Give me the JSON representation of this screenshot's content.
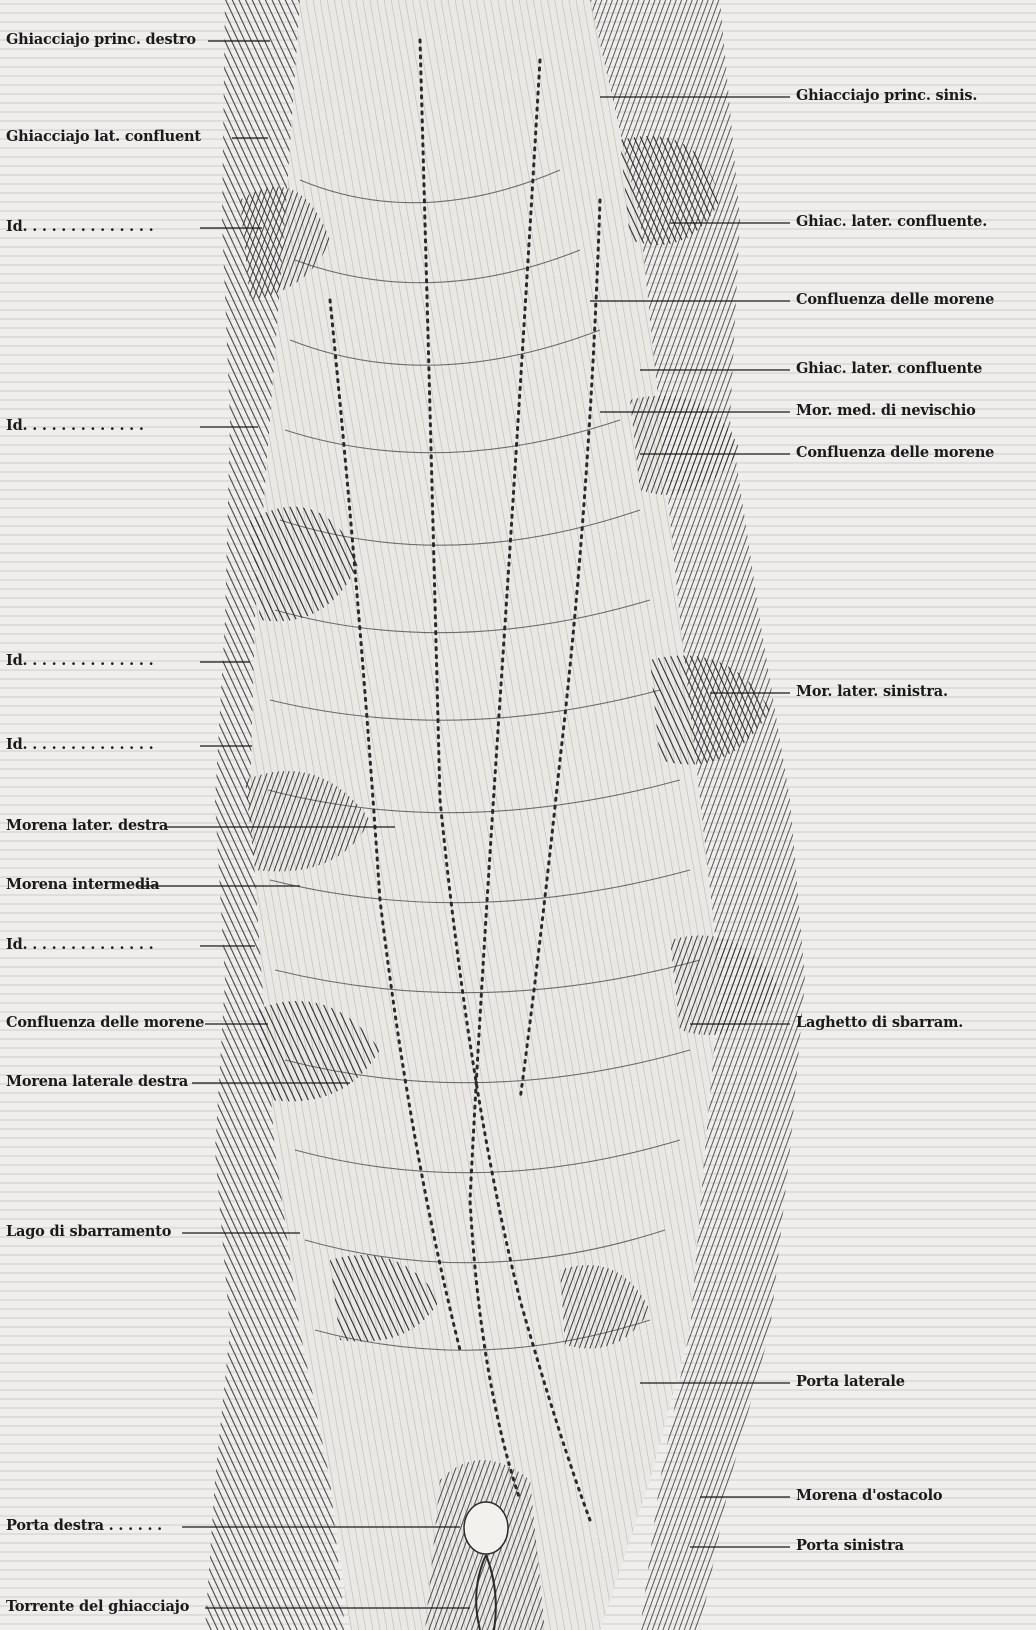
{
  "figure": {
    "left_labels": [
      "Ghiacciajo princ. destro",
      "Ghiacciajo lat. confluent",
      "Id. . . . . . . . . . . . . .",
      "Id. . . . . . . . . . . . .",
      "Id. . . . . . . . . . . . . .",
      "Id. . . . . . . . . . . . . .",
      "Morena later. destra",
      "Morena intermedia",
      "Id. . . . . . . . . . . . . .",
      "Confluenza delle morene",
      "Morena laterale destra",
      "Lago di sbarramento",
      "Porta destra . . . . . .",
      "Torrente del ghiacciajo"
    ],
    "right_labels": [
      "Ghiacciajo princ. sinis.",
      "Ghiac. later. confluente.",
      "Confluenza delle morene",
      "Ghiac. later. confluente",
      "Mor. med. di nevischio",
      "Confluenza delle morene",
      "Mor. later. sinistra.",
      "Laghetto di sbarram.",
      "Porta laterale",
      "Morena d'ostacolo",
      "Porta sinistra"
    ]
  },
  "colors": {
    "paper": "#efeeec",
    "ink": "#1a1a1a",
    "shade": "#3a3a3a",
    "light_ink": "#8a8a8a"
  }
}
